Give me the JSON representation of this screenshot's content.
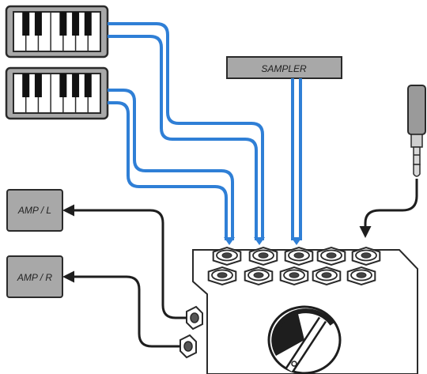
{
  "labels": {
    "sampler": "SAMPLER",
    "amp_left": "AMP / L",
    "amp_right": "AMP / R"
  },
  "colors": {
    "cable_blue": "#2f7fd6",
    "cable_black": "#1e1e1e",
    "device_fill": "#a8a8a8",
    "device_stroke": "#2a2a2a",
    "mixer_fill": "#ffffff"
  },
  "devices": [
    {
      "id": "keyboard-1",
      "kind": "keyboard",
      "icon": "piano-keys-icon"
    },
    {
      "id": "keyboard-2",
      "kind": "keyboard",
      "icon": "piano-keys-icon"
    },
    {
      "id": "sampler",
      "kind": "sampler"
    },
    {
      "id": "amp-left",
      "kind": "amplifier"
    },
    {
      "id": "amp-right",
      "kind": "amplifier"
    },
    {
      "id": "instrument-plug",
      "kind": "quarter-inch-jack",
      "icon": "jack-plug-icon"
    },
    {
      "id": "mixer",
      "kind": "mixer",
      "inputs": 10,
      "outputs": 2,
      "icon": "volume-knob-icon"
    }
  ]
}
